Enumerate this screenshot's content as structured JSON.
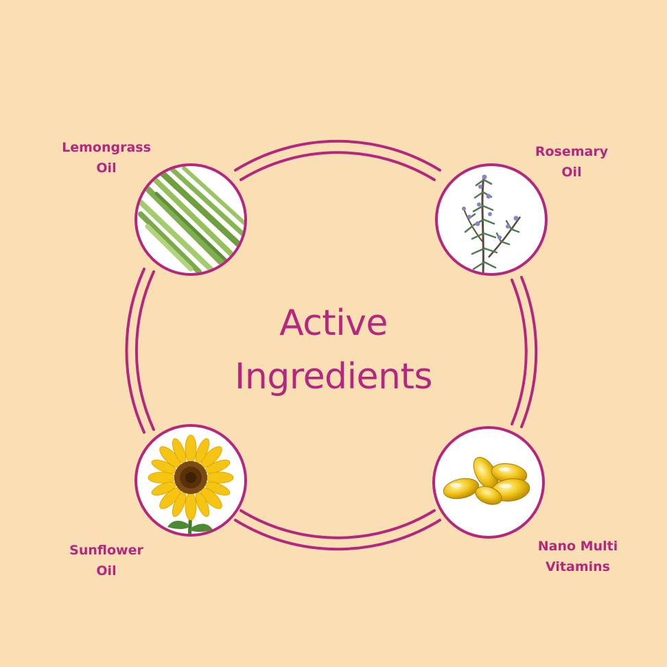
{
  "title": {
    "line1": "Active",
    "line2": "Ingredients"
  },
  "ingredients": [
    {
      "line1": "Lemongrass",
      "line2": "Oil",
      "image_icon": "lemongrass-image"
    },
    {
      "line1": "Rosemary",
      "line2": "Oil",
      "image_icon": "rosemary-image"
    },
    {
      "line1": "Sunflower",
      "line2": "Oil",
      "image_icon": "sunflower-image"
    },
    {
      "line1": "Nano Multi",
      "line2": "Vitamins",
      "image_icon": "capsules-image"
    }
  ],
  "colors": {
    "background": "#fadfb4",
    "accent": "#b5267f",
    "circle_fill": "#ffffff"
  }
}
